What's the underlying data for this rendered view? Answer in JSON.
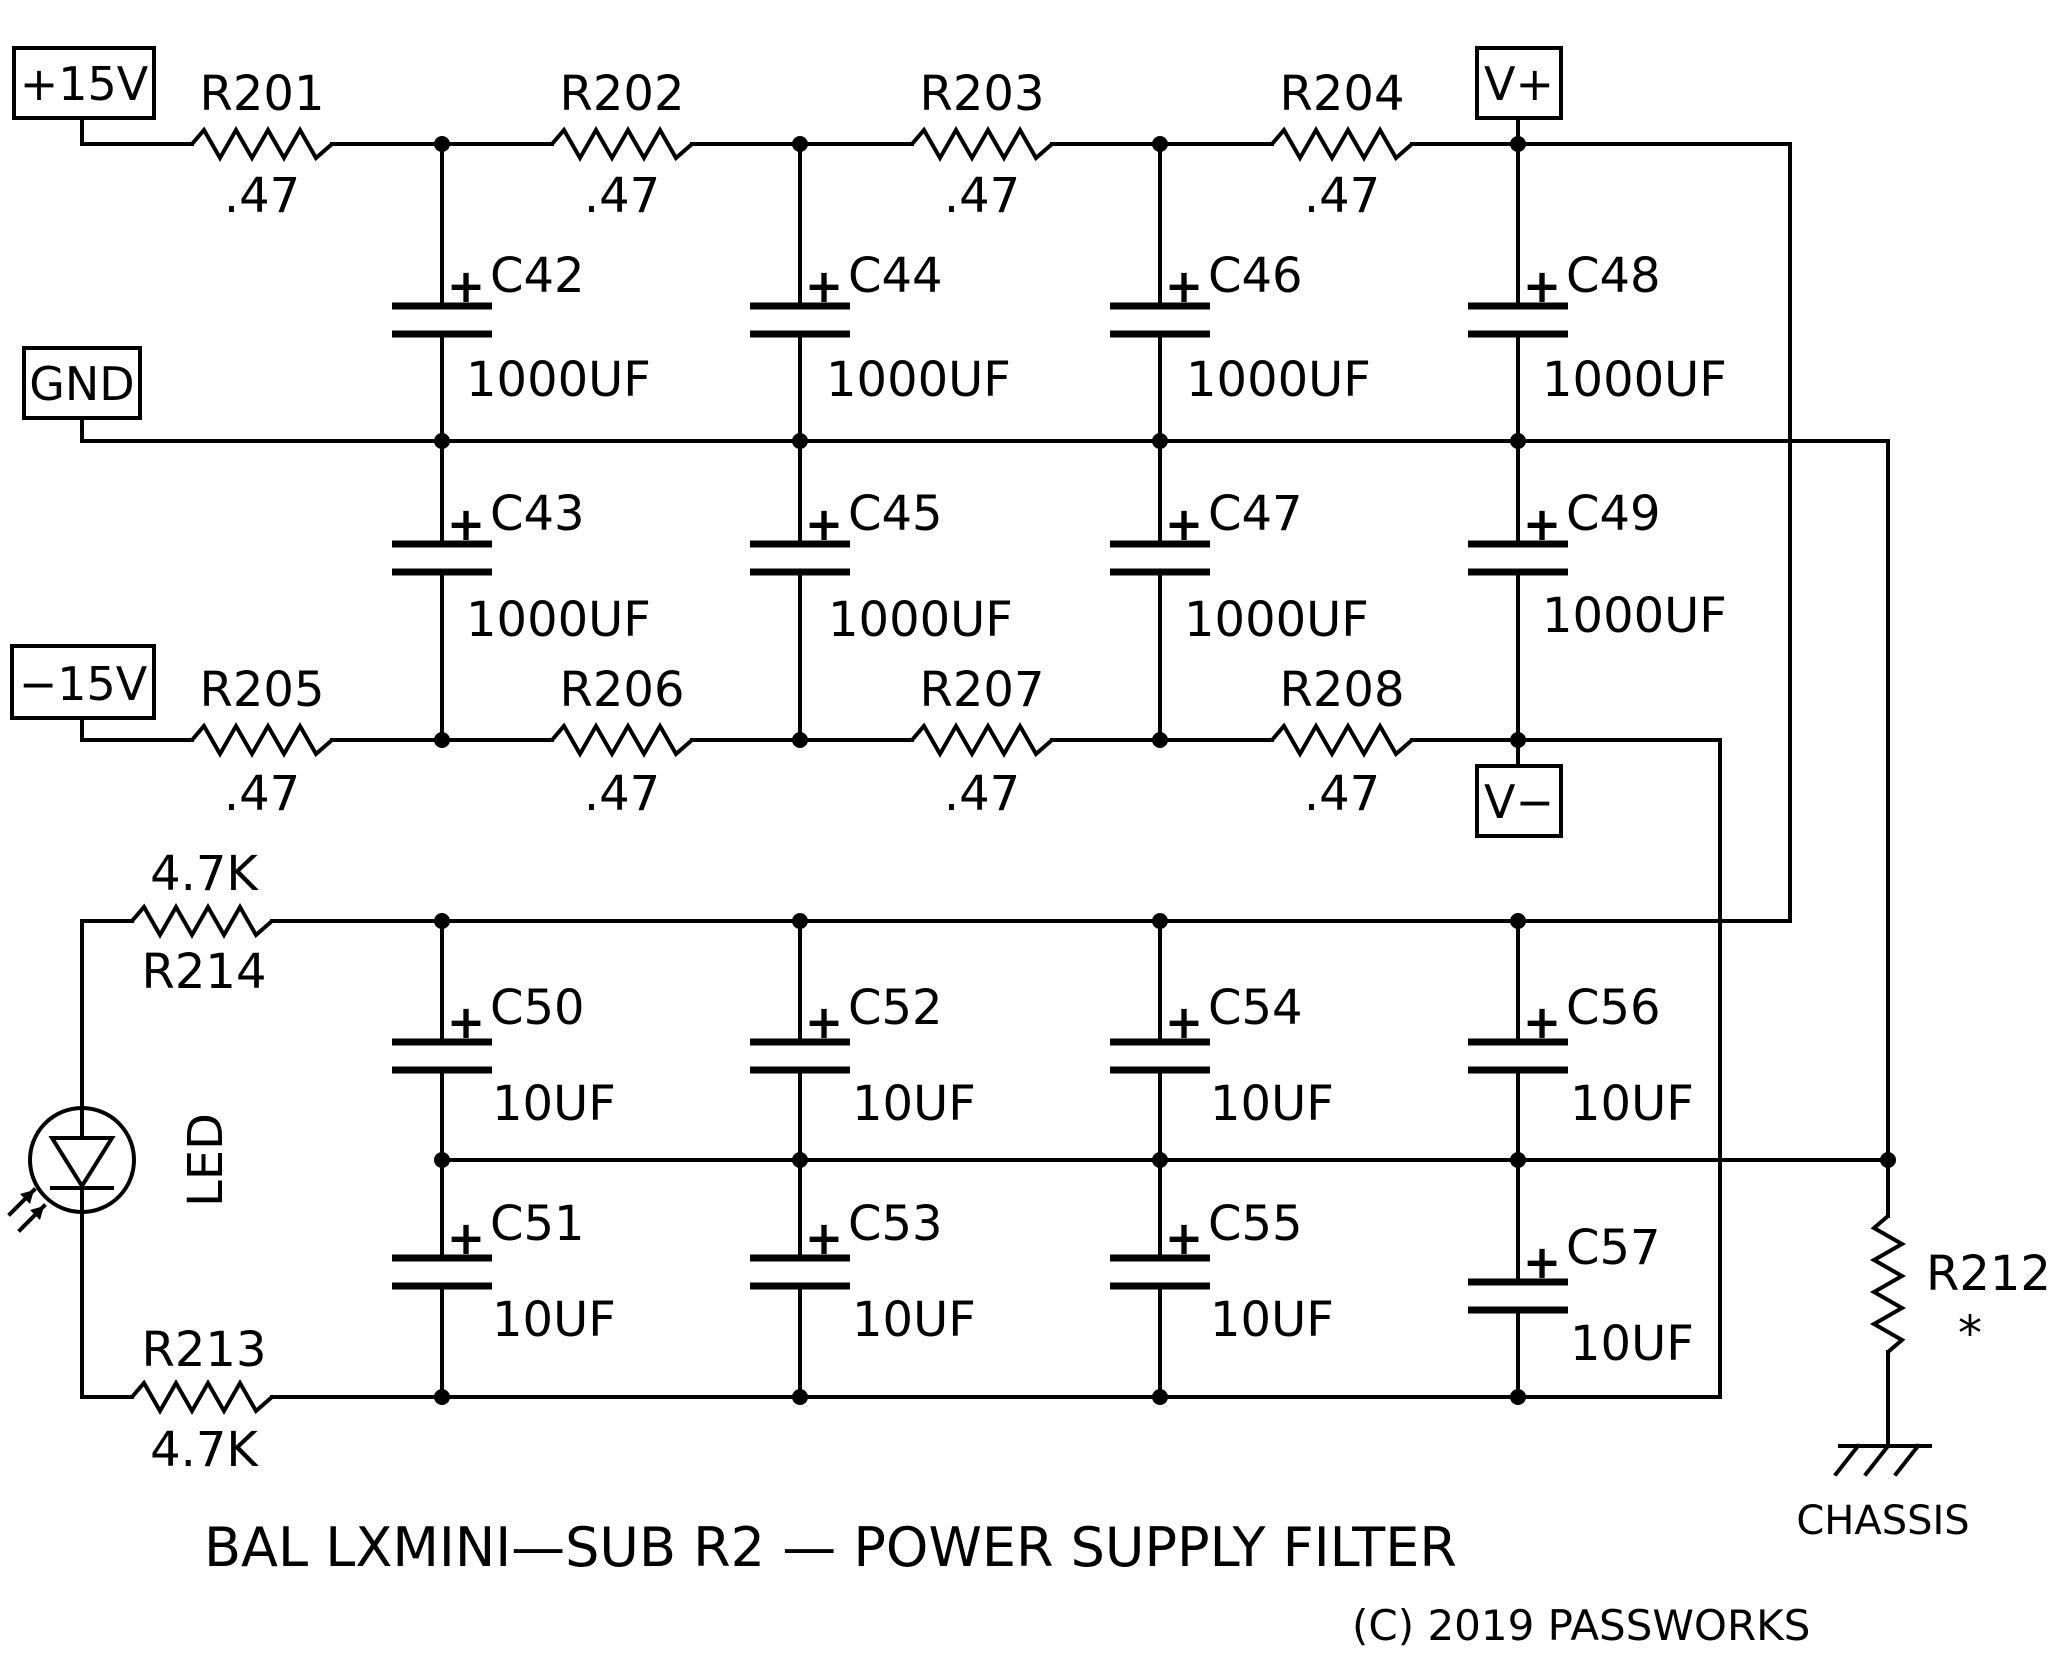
{
  "ports": {
    "p15": "+15V",
    "gnd": "GND",
    "m15": "−15V",
    "vplus": "V+",
    "vminus": "V−"
  },
  "resistors": {
    "R201": {
      "name": "R201",
      "value": ".47"
    },
    "R202": {
      "name": "R202",
      "value": ".47"
    },
    "R203": {
      "name": "R203",
      "value": ".47"
    },
    "R204": {
      "name": "R204",
      "value": ".47"
    },
    "R205": {
      "name": "R205",
      "value": ".47"
    },
    "R206": {
      "name": "R206",
      "value": ".47"
    },
    "R207": {
      "name": "R207",
      "value": ".47"
    },
    "R208": {
      "name": "R208",
      "value": ".47"
    },
    "R214": {
      "name": "R214",
      "value": "4.7K"
    },
    "R213": {
      "name": "R213",
      "value": "4.7K"
    },
    "R212": {
      "name": "R212",
      "value": "*"
    }
  },
  "capacitors": {
    "C42": {
      "name": "C42",
      "value": "1000UF"
    },
    "C44": {
      "name": "C44",
      "value": "1000UF"
    },
    "C46": {
      "name": "C46",
      "value": "1000UF"
    },
    "C48": {
      "name": "C48",
      "value": "1000UF"
    },
    "C43": {
      "name": "C43",
      "value": "1000UF"
    },
    "C45": {
      "name": "C45",
      "value": "1000UF"
    },
    "C47": {
      "name": "C47",
      "value": "1000UF"
    },
    "C49": {
      "name": "C49",
      "value": "1000UF"
    },
    "C50": {
      "name": "C50",
      "value": "10UF"
    },
    "C52": {
      "name": "C52",
      "value": "10UF"
    },
    "C54": {
      "name": "C54",
      "value": "10UF"
    },
    "C56": {
      "name": "C56",
      "value": "10UF"
    },
    "C51": {
      "name": "C51",
      "value": "10UF"
    },
    "C53": {
      "name": "C53",
      "value": "10UF"
    },
    "C55": {
      "name": "C55",
      "value": "10UF"
    },
    "C57": {
      "name": "C57",
      "value": "10UF"
    }
  },
  "polarity_mark": "+",
  "led": {
    "label": "LED"
  },
  "ground": {
    "label": "CHASSIS"
  },
  "title": "BAL LXMINI—SUB R2 —  POWER SUPPLY FILTER",
  "copyright": "(C) 2019 PASSWORKS"
}
